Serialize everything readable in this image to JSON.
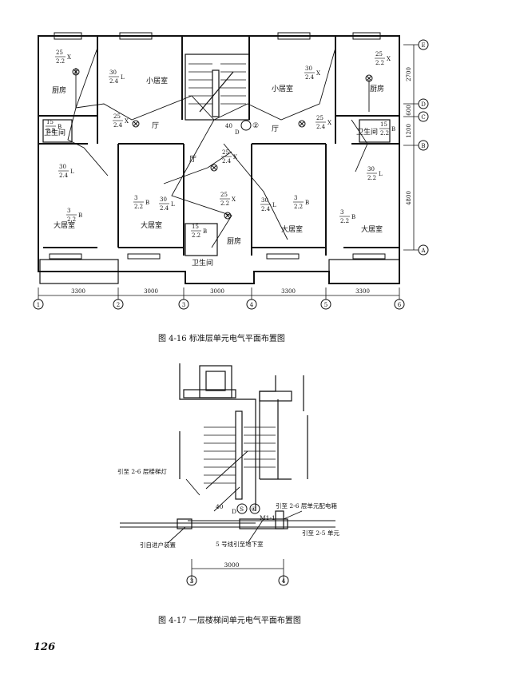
{
  "figure1": {
    "caption": "图 4-16   标准层单元电气平面布置图",
    "rooms": {
      "kitchen_l": "厨房",
      "small_bed_l": "小居室",
      "small_bed_r": "小居室",
      "kitchen_r": "厨房",
      "hall_l": "厅",
      "hall_r": "厅",
      "hall_mid": "厅",
      "bath_l": "卫生间",
      "bath_r": "卫生间",
      "bath_c": "卫生间",
      "kitchen_c": "厨房",
      "big_bed_1": "大居室",
      "big_bed_2": "大居室",
      "big_bed_3": "大居室",
      "big_bed_4": "大居室"
    },
    "fractions": [
      {
        "num": "25",
        "den": "2.2",
        "sfx": "X"
      },
      {
        "num": "30",
        "den": "2.4",
        "sfx": "L"
      },
      {
        "num": "30",
        "den": "2.4",
        "sfx": "X"
      },
      {
        "num": "25",
        "den": "2.2",
        "sfx": "X"
      },
      {
        "num": "25",
        "den": "2.4",
        "sfx": "X"
      },
      {
        "num": "25",
        "den": "2.4",
        "sfx": "X"
      },
      {
        "num": "15",
        "den": "2.2",
        "sfx": "B"
      },
      {
        "num": "15",
        "den": "2.2",
        "sfx": "B"
      },
      {
        "num": "30",
        "den": "2.4",
        "sfx": "L"
      },
      {
        "num": "3",
        "den": "2.2",
        "sfx": "B"
      },
      {
        "num": "30",
        "den": "2.4",
        "sfx": "L"
      },
      {
        "num": "25",
        "den": "2.4",
        "sfx": "X"
      },
      {
        "num": "25",
        "den": "2.2",
        "sfx": "X"
      },
      {
        "num": "15",
        "den": "2.2",
        "sfx": "B"
      },
      {
        "num": "30",
        "den": "2.4",
        "sfx": "L"
      },
      {
        "num": "3",
        "den": "2.2",
        "sfx": "B"
      },
      {
        "num": "30",
        "den": "2.2",
        "sfx": "L"
      },
      {
        "num": "3",
        "den": "2.2",
        "sfx": "B"
      },
      {
        "num": "3",
        "den": "2.2",
        "sfx": "B"
      },
      {
        "num": "40",
        "den": "",
        "sfx": "D"
      }
    ],
    "panel_label": "②",
    "grid_x": [
      "1",
      "2",
      "3",
      "4",
      "5",
      "6"
    ],
    "grid_y": [
      "E",
      "D",
      "C",
      "B",
      "A"
    ],
    "dims_x": [
      "3300",
      "3000",
      "3000",
      "3300",
      "3300"
    ],
    "dims_y": [
      "2700",
      "600",
      "1200",
      "4800"
    ]
  },
  "figure2": {
    "caption": "图 4-17   一层楼梯间单元电气平面布置图",
    "labels": {
      "stair_light": "引至 2-6 层楼梯灯",
      "dist_box": "引至 2-6 层单元配电箱",
      "unit": "引至 2-5 单元",
      "entry": "引自进户装置",
      "basement": "5 号线引至地下室",
      "m1": "M1-1",
      "forty": "40",
      "d": "D",
      "s": "S",
      "four": "④"
    },
    "grid_x": [
      "3",
      "4"
    ],
    "dim": "3000"
  },
  "page_number": "126"
}
